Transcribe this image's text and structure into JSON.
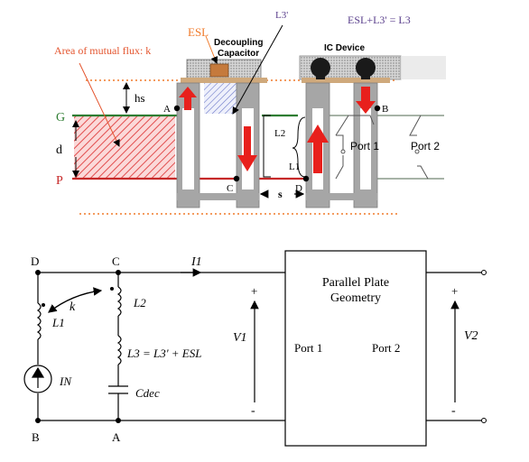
{
  "labels": {
    "esl": "ESL",
    "l3_prime": "L3'",
    "esl_equation": "ESL+L3' = L3",
    "mutual_flux": "Area of mutual flux: k",
    "decoupling_cap_line1": "Decoupling",
    "decoupling_cap_line2": "Capacitor",
    "ic_device": "IC Device",
    "hs": "hs",
    "g": "G",
    "p": "P",
    "d": "d",
    "node_a": "A",
    "node_b": "B",
    "node_c": "C",
    "node_d": "D",
    "l2": "L2",
    "l1": "L1",
    "s": "s",
    "port1": "Port 1",
    "port2": "Port 2"
  },
  "schematic": {
    "node_d": "D",
    "node_c": "C",
    "node_b": "B",
    "node_a": "A",
    "i1": "I1",
    "k": "k",
    "l2": "L2",
    "l1": "L1",
    "l3_eq": "L3 = L3' + ESL",
    "in": "IN",
    "cdec": "Cdec",
    "v1": "V1",
    "v2": "V2",
    "plus": "+",
    "minus": "-",
    "box_line1": "Parallel Plate",
    "box_line2": "Geometry",
    "port1": "Port 1",
    "port2": "Port 2"
  },
  "colors": {
    "accent_red": "#e8201c",
    "plane_green": "#2e7d32",
    "esl_orange": "#f07a2a",
    "eq_purple": "#5a3f8c",
    "via_gray": "#a6a6a6",
    "hatch_red": "#e24f4f",
    "mutual_text": "#e4552f"
  }
}
